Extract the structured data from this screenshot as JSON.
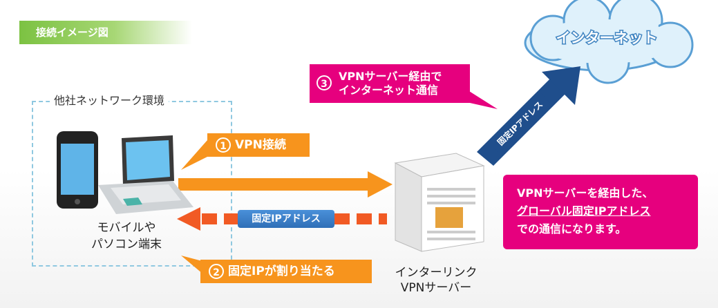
{
  "header": {
    "title": "接続イメージ図"
  },
  "environment": {
    "label": "他社ネットワーク環境"
  },
  "device": {
    "label_line1": "モバイルや",
    "label_line2": "パソコン端末"
  },
  "server": {
    "label_line1": "インターリンク",
    "label_line2": "VPNサーバー"
  },
  "cloud": {
    "label": "インターネット"
  },
  "steps": [
    {
      "num": "1",
      "text": "VPN接続"
    },
    {
      "num": "2",
      "text": "固定IPが割り当たる"
    },
    {
      "num": "3",
      "line1": "VPNサーバー経由で",
      "line2": "インターネット通信"
    }
  ],
  "fixed_ip_label": "固定IPアドレス",
  "info_box": {
    "line1": "VPNサーバーを経由した、",
    "line2": "グローバル固定IPアドレス",
    "line3": "での通信になります。"
  },
  "colors": {
    "orange": "#f7941d",
    "pink": "#e6007e",
    "blue": "#2f6fb7",
    "green": "#7cc242"
  }
}
